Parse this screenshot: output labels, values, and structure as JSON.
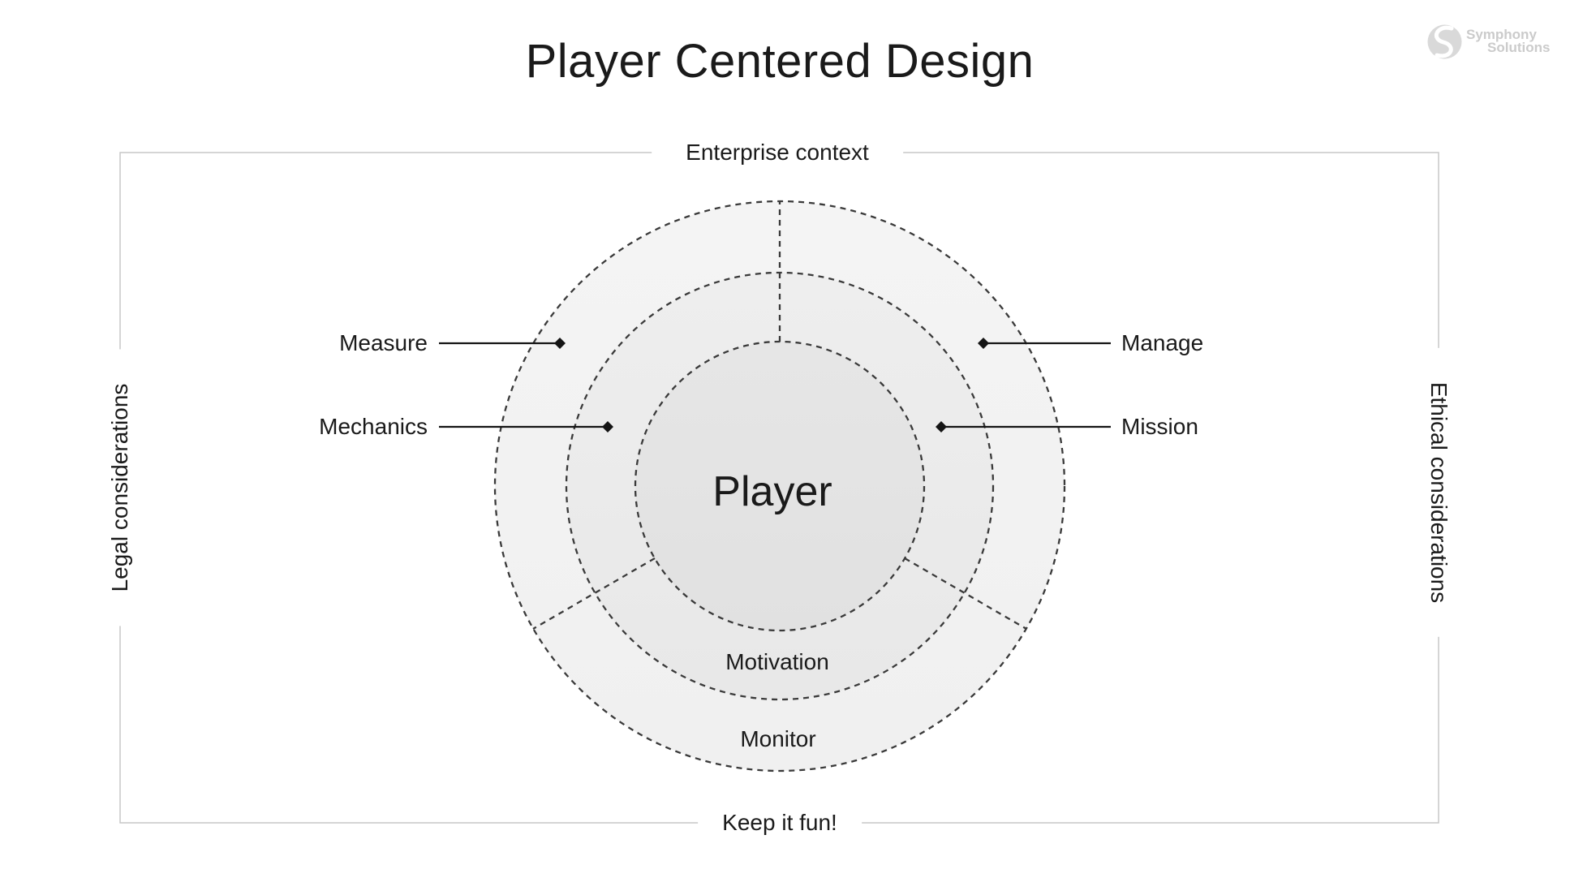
{
  "title": "Player Centered Design",
  "logo": {
    "line1": "Symphony",
    "line2": "Solutions",
    "icon": "symphony-s-swirl"
  },
  "frame": {
    "top_label": "Enterprise context",
    "bottom_label": "Keep it fun!",
    "left_label": "Legal considerations",
    "right_label": "Ethical considerations"
  },
  "diagram": {
    "center_label": "Player",
    "labels": {
      "measure": "Measure",
      "mechanics": "Mechanics",
      "manage": "Manage",
      "mission": "Mission",
      "motivation": "Motivation",
      "monitor": "Monitor"
    },
    "structure": {
      "inner_circle": "Player",
      "middle_ring": [
        "Mechanics",
        "Mission",
        "Motivation"
      ],
      "outer_ring": [
        "Measure",
        "Manage",
        "Monitor"
      ]
    }
  },
  "colors": {
    "dash": "#3a3a3a",
    "frame_border": "#c7c7c7",
    "inner_fill": "#e3e3e3",
    "middle_fill": "#eaeaea",
    "outer_fill": "#f2f2f2",
    "leader_line": "#141414",
    "logo_gray": "#cbcbcb",
    "text": "#1a1a1a"
  }
}
